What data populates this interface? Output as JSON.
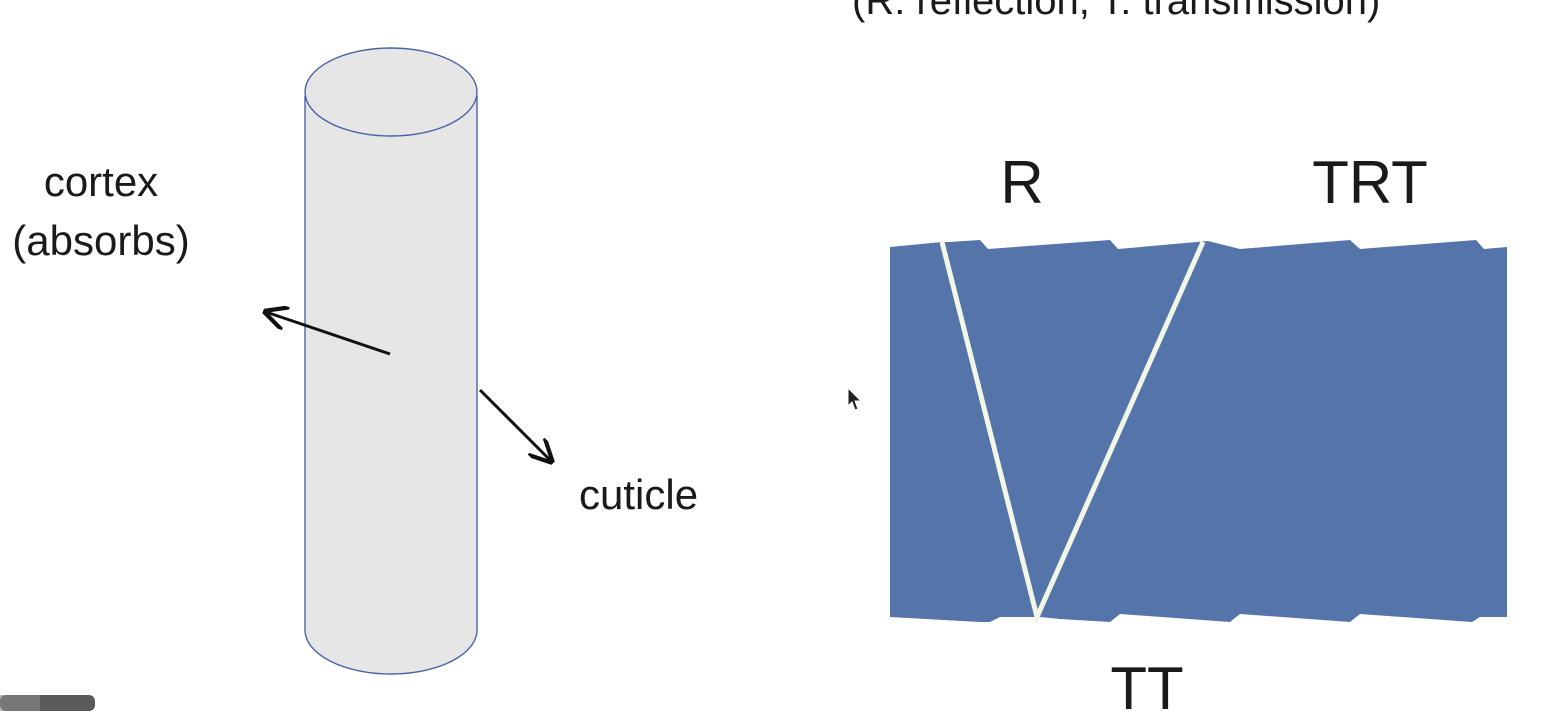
{
  "slide": {
    "caption": "(R: reflection, T: transmission)"
  },
  "hair_fiber": {
    "cortex_label_line1": "cortex",
    "cortex_label_line2": "(absorbs)",
    "cuticle_label": "cuticle"
  },
  "scattering_paths": {
    "r_label": "R",
    "trt_label": "TRT",
    "tt_label": "TT"
  },
  "colors": {
    "fiber_fill": "#e6e6e6",
    "fiber_outline": "#4a64a8",
    "cuticle_band": "#5575aa",
    "light_path": "#f2f6e6",
    "arrow": "#111111",
    "text": "#1a1a1a"
  },
  "icons": {
    "cursor": "mouse-pointer-icon",
    "arrows": "arrow-icon"
  }
}
